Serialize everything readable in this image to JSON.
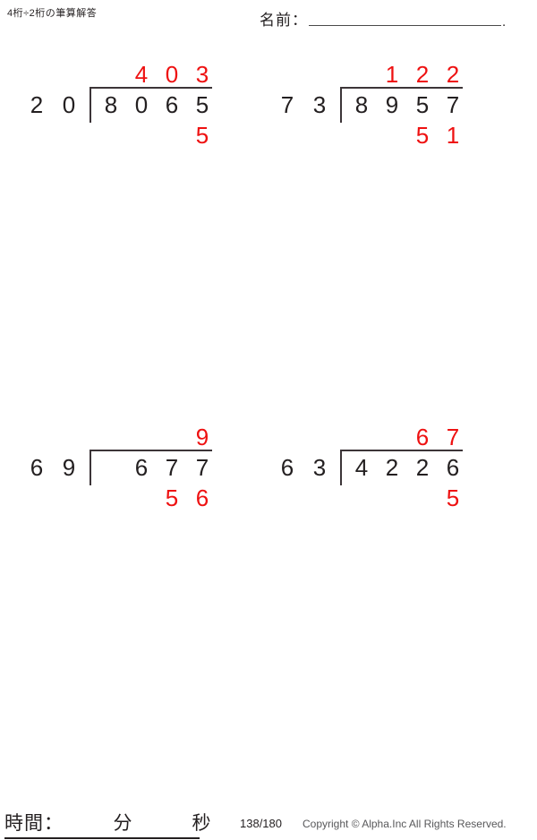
{
  "header": {
    "title": "4桁÷2桁の筆算解答",
    "name_label": "名前：",
    "name_value": "",
    "name_trailing_dot": "."
  },
  "problems": [
    {
      "id": "problem-1",
      "position": "top-left",
      "divisor_digits": [
        "2",
        "0"
      ],
      "dividend_digits": [
        "8",
        "0",
        "6",
        "5"
      ],
      "quotient_digits": [
        "",
        "4",
        "0",
        "3"
      ],
      "remainder_digits": [
        "",
        "",
        "",
        "5"
      ],
      "divisor": "20",
      "dividend": "8065",
      "quotient": "403",
      "remainder": "5"
    },
    {
      "id": "problem-2",
      "position": "top-right",
      "divisor_digits": [
        "7",
        "3"
      ],
      "dividend_digits": [
        "8",
        "9",
        "5",
        "7"
      ],
      "quotient_digits": [
        "",
        "1",
        "2",
        "2"
      ],
      "remainder_digits": [
        "",
        "",
        "5",
        "1"
      ],
      "divisor": "73",
      "dividend": "8957",
      "quotient": "122",
      "remainder": "51"
    },
    {
      "id": "problem-3",
      "position": "bottom-left",
      "divisor_digits": [
        "6",
        "9"
      ],
      "dividend_digits": [
        "",
        "6",
        "7",
        "7"
      ],
      "quotient_digits": [
        "",
        "",
        "",
        "9"
      ],
      "remainder_digits": [
        "",
        "",
        "5",
        "6"
      ],
      "divisor": "69",
      "dividend": "677",
      "quotient": "9",
      "remainder": "56"
    },
    {
      "id": "problem-4",
      "position": "bottom-right",
      "divisor_digits": [
        "6",
        "3"
      ],
      "dividend_digits": [
        "4",
        "2",
        "2",
        "6"
      ],
      "quotient_digits": [
        "",
        "",
        "6",
        "7"
      ],
      "remainder_digits": [
        "",
        "",
        "",
        "5"
      ],
      "divisor": "63",
      "dividend": "4226",
      "quotient": "67",
      "remainder": "5"
    }
  ],
  "footer": {
    "time_label": "時間：",
    "minutes_unit": "分",
    "seconds_unit": "秒",
    "time_text": "時間：　　　分　　　秒",
    "page_number": "138/180",
    "copyright": "Copyright © Alpha.Inc All Rights Reserved."
  },
  "colors": {
    "answer_red": "#ee1111",
    "text_dark": "#231f20",
    "rule_gray": "#3c3538"
  }
}
